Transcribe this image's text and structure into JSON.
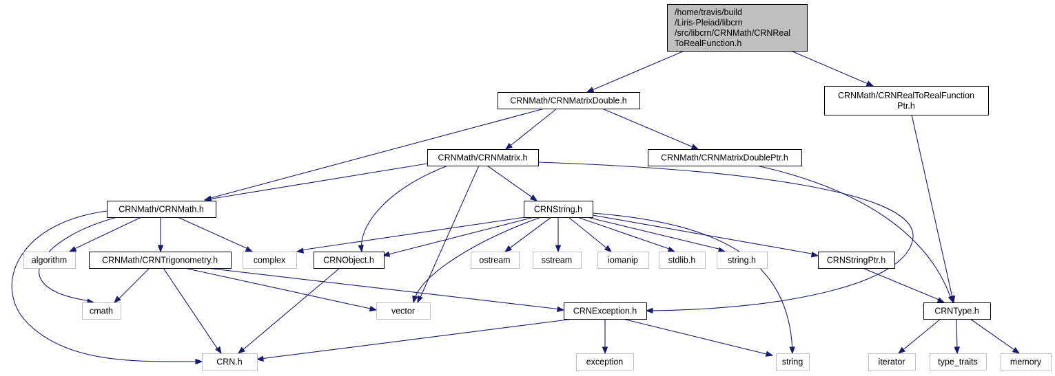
{
  "diagram": {
    "colors": {
      "edge": "#191970",
      "root_fill": "#bfbfbf",
      "root_border": "#000000",
      "local_border": "#000000",
      "local_fill": "#ffffff",
      "system_border": "#bfbfbf",
      "system_fill": "#ffffff",
      "text": "#000000"
    },
    "nodes": [
      {
        "id": "root",
        "kind": "root",
        "lines": [
          "/home/travis/build",
          "/Liris-Pleiad/libcrn",
          "/src/libcrn/CRNMath/CRNReal",
          "ToRealFunction.h"
        ]
      },
      {
        "id": "matrixdouble",
        "kind": "local",
        "lines": [
          "CRNMath/CRNMatrixDouble.h"
        ]
      },
      {
        "id": "rrfptr",
        "kind": "local",
        "lines": [
          "CRNMath/CRNRealToRealFunction",
          "Ptr.h"
        ]
      },
      {
        "id": "matrix",
        "kind": "local",
        "lines": [
          "CRNMath/CRNMatrix.h"
        ]
      },
      {
        "id": "matrixdoubleptr",
        "kind": "local",
        "lines": [
          "CRNMath/CRNMatrixDoublePtr.h"
        ]
      },
      {
        "id": "math",
        "kind": "local",
        "lines": [
          "CRNMath/CRNMath.h"
        ]
      },
      {
        "id": "string_h",
        "kind": "local",
        "lines": [
          "CRNString.h"
        ]
      },
      {
        "id": "algorithm",
        "kind": "system",
        "lines": [
          "algorithm"
        ]
      },
      {
        "id": "trig",
        "kind": "local",
        "lines": [
          "CRNMath/CRNTrigonometry.h"
        ]
      },
      {
        "id": "complex",
        "kind": "system",
        "lines": [
          "complex"
        ]
      },
      {
        "id": "object",
        "kind": "local",
        "lines": [
          "CRNObject.h"
        ]
      },
      {
        "id": "ostream",
        "kind": "system",
        "lines": [
          "ostream"
        ]
      },
      {
        "id": "sstream",
        "kind": "system",
        "lines": [
          "sstream"
        ]
      },
      {
        "id": "iomanip",
        "kind": "system",
        "lines": [
          "iomanip"
        ]
      },
      {
        "id": "stdlib",
        "kind": "system",
        "lines": [
          "stdlib.h"
        ]
      },
      {
        "id": "cstring",
        "kind": "system",
        "lines": [
          "string.h"
        ]
      },
      {
        "id": "stringptr",
        "kind": "local",
        "lines": [
          "CRNStringPtr.h"
        ]
      },
      {
        "id": "cmath",
        "kind": "system",
        "lines": [
          "cmath"
        ]
      },
      {
        "id": "vector",
        "kind": "system",
        "lines": [
          "vector"
        ]
      },
      {
        "id": "exception_h",
        "kind": "local",
        "lines": [
          "CRNException.h"
        ]
      },
      {
        "id": "type",
        "kind": "local",
        "lines": [
          "CRNType.h"
        ]
      },
      {
        "id": "crn",
        "kind": "system",
        "lines": [
          "CRN.h"
        ]
      },
      {
        "id": "exception",
        "kind": "system",
        "lines": [
          "exception"
        ]
      },
      {
        "id": "string",
        "kind": "system",
        "lines": [
          "string"
        ]
      },
      {
        "id": "iterator",
        "kind": "system",
        "lines": [
          "iterator"
        ]
      },
      {
        "id": "type_traits",
        "kind": "system",
        "lines": [
          "type_traits"
        ]
      },
      {
        "id": "memory",
        "kind": "system",
        "lines": [
          "memory"
        ]
      }
    ],
    "edges": [
      {
        "from": "root",
        "to": "matrixdouble"
      },
      {
        "from": "root",
        "to": "rrfptr"
      },
      {
        "from": "matrixdouble",
        "to": "math"
      },
      {
        "from": "matrixdouble",
        "to": "matrix"
      },
      {
        "from": "matrixdouble",
        "to": "matrixdoubleptr"
      },
      {
        "from": "rrfptr",
        "to": "type"
      },
      {
        "from": "matrix",
        "to": "math"
      },
      {
        "from": "matrix",
        "to": "object"
      },
      {
        "from": "matrix",
        "to": "vector"
      },
      {
        "from": "matrix",
        "to": "string_h"
      },
      {
        "from": "matrix",
        "to": "exception_h"
      },
      {
        "from": "matrixdoubleptr",
        "to": "type"
      },
      {
        "from": "math",
        "to": "crn"
      },
      {
        "from": "math",
        "to": "cmath"
      },
      {
        "from": "math",
        "to": "algorithm"
      },
      {
        "from": "math",
        "to": "trig"
      },
      {
        "from": "math",
        "to": "complex"
      },
      {
        "from": "string_h",
        "to": "complex"
      },
      {
        "from": "string_h",
        "to": "object"
      },
      {
        "from": "string_h",
        "to": "vector"
      },
      {
        "from": "string_h",
        "to": "ostream"
      },
      {
        "from": "string_h",
        "to": "sstream"
      },
      {
        "from": "string_h",
        "to": "iomanip"
      },
      {
        "from": "string_h",
        "to": "stdlib"
      },
      {
        "from": "string_h",
        "to": "cstring"
      },
      {
        "from": "string_h",
        "to": "stringptr"
      },
      {
        "from": "string_h",
        "to": "string"
      },
      {
        "from": "trig",
        "to": "cmath"
      },
      {
        "from": "trig",
        "to": "crn"
      },
      {
        "from": "trig",
        "to": "vector"
      },
      {
        "from": "trig",
        "to": "exception_h"
      },
      {
        "from": "object",
        "to": "crn"
      },
      {
        "from": "stringptr",
        "to": "type"
      },
      {
        "from": "exception_h",
        "to": "crn"
      },
      {
        "from": "exception_h",
        "to": "exception"
      },
      {
        "from": "exception_h",
        "to": "string"
      },
      {
        "from": "type",
        "to": "iterator"
      },
      {
        "from": "type",
        "to": "type_traits"
      },
      {
        "from": "type",
        "to": "memory"
      }
    ]
  }
}
